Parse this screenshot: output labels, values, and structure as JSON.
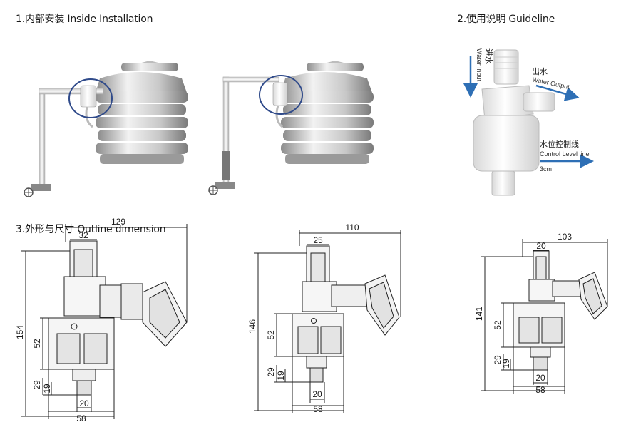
{
  "sections": {
    "inside_installation": "1.内部安装 Inside Installation",
    "guideline": "2.使用说明 Guideline",
    "outline_dimension": "3.外形与尺寸 Outline dimension"
  },
  "guideline_labels": {
    "water_input_cn": "进水",
    "water_input_en": "Water Input",
    "water_output_cn": "出水",
    "water_output_en": "Water Output",
    "control_level_cn": "水位控制线",
    "control_level_en": "Control Level line",
    "control_level_dist": "3cm"
  },
  "dimensions": {
    "large": {
      "length": "129",
      "inlet": "32",
      "height": "154",
      "body": "52",
      "h29": "29",
      "h19": "19",
      "outlet": "20",
      "base": "58"
    },
    "medium": {
      "length": "110",
      "inlet": "25",
      "height": "146",
      "body": "52",
      "h29": "29",
      "h19": "19",
      "outlet": "20",
      "base": "58"
    },
    "small": {
      "length": "103",
      "inlet": "20",
      "height": "141",
      "body": "52",
      "h29": "29",
      "h19": "19",
      "outlet": "20",
      "base": "58"
    }
  },
  "colors": {
    "accent_circle": "#2f4a8a",
    "arrow_blue": "#2e6fb5"
  }
}
